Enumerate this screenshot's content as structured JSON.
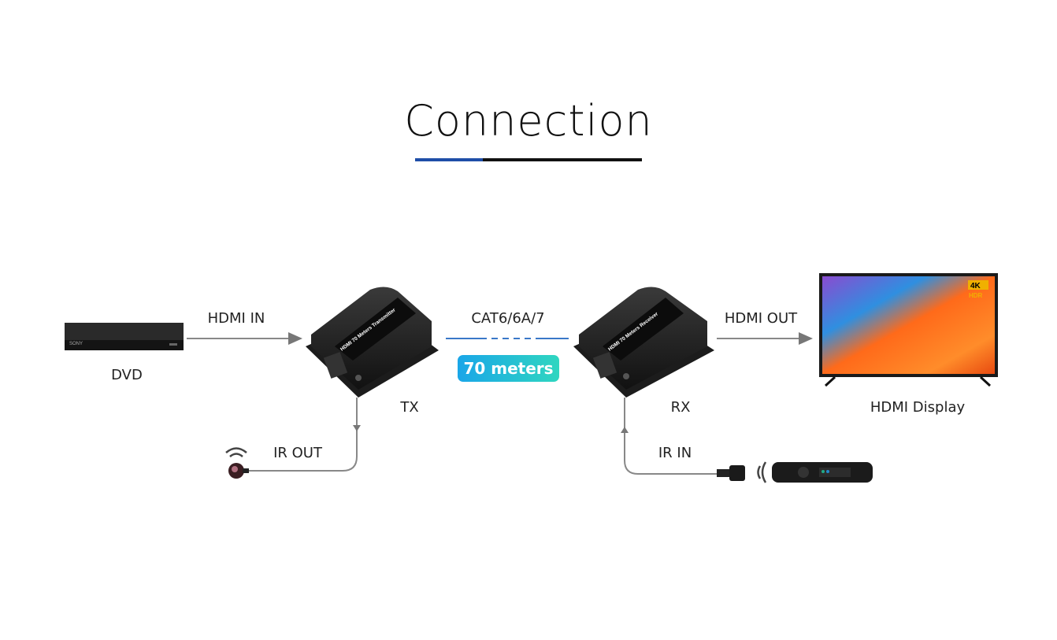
{
  "title": "Connection",
  "colors": {
    "accent_blue": "#1f4ea8",
    "line_gray": "#8a8a8a",
    "cable_blue": "#3a78c8",
    "badge_start": "#1aa6e8",
    "badge_end": "#2fd6c0"
  },
  "devices": {
    "source": {
      "label": "DVD",
      "brand_text": "SONY"
    },
    "transmitter": {
      "label": "TX",
      "device_text": "HDMI 70 Meters Transmitter"
    },
    "receiver": {
      "label": "RX",
      "device_text": "HDMI 70 Meters Receiver"
    },
    "display": {
      "label": "HDMI Display",
      "badge_text": "4K HDR"
    }
  },
  "connections": {
    "hdmi_in": "HDMI IN",
    "cable": "CAT6/6A/7",
    "distance": "70 meters",
    "hdmi_out": "HDMI OUT",
    "ir_out": "IR OUT",
    "ir_in": "IR IN"
  }
}
